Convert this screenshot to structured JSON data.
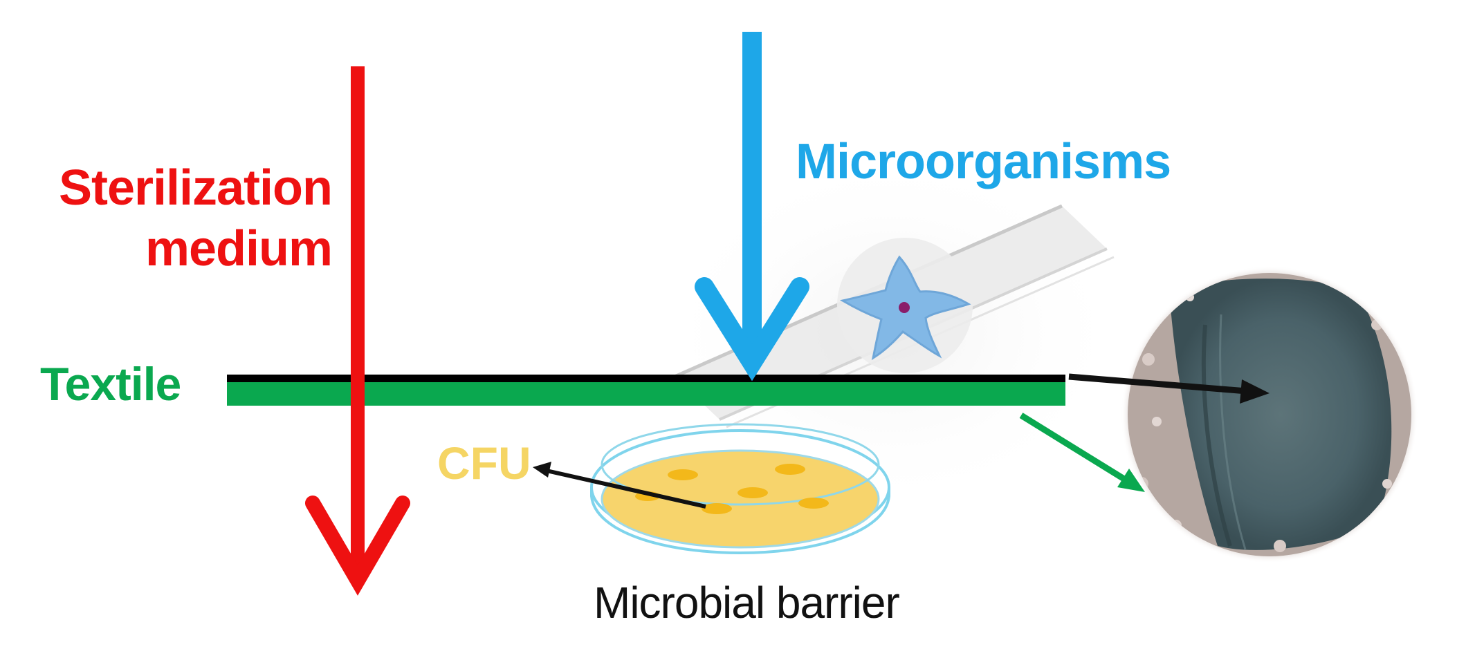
{
  "labels": {
    "sterilization_line1": "Sterilization",
    "sterilization_line2": "medium",
    "microorganisms": "Microorganisms",
    "textile": "Textile",
    "cfu": "CFU",
    "microbial_barrier": "Microbial barrier"
  },
  "colors": {
    "sterilization": "#ee1111",
    "microorganisms": "#1ea7e8",
    "textile": "#0aa84f",
    "cfu": "#f5d564",
    "text_dark": "#111111",
    "petri_agar": "#f7d46c",
    "petri_rim": "#7fd4ec",
    "colony": "#f3b81a",
    "microorganism_cell": "#82b8e6",
    "cell_nucleus": "#8a1d6a",
    "fiber_cross_section": "#44616a"
  },
  "icons": {
    "microorganism": "starfish-microorganism-icon",
    "petri_dish": "petri-dish-icon",
    "fiber_magnifier": "fiber-magnifier-icon"
  }
}
